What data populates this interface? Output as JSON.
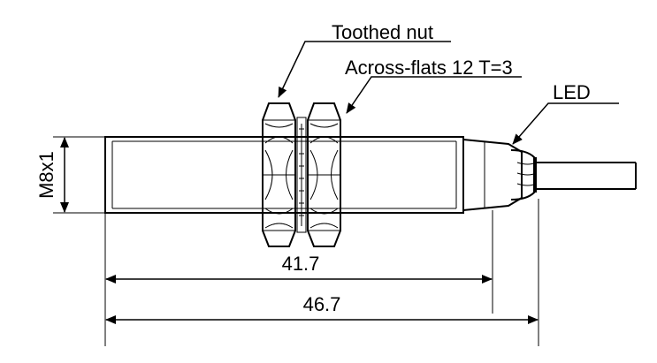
{
  "labels": {
    "thread": "M8x1",
    "toothed_nut": "Toothed nut",
    "across_flats": "Across-flats 12  T=3",
    "led": "LED",
    "dim_inner": "41.7",
    "dim_outer": "46.7"
  }
}
